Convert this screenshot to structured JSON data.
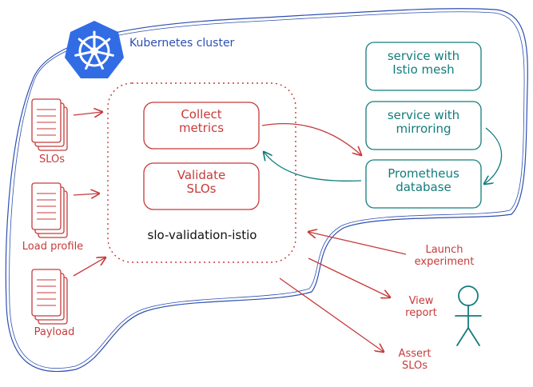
{
  "cluster": {
    "label": "Kubernetes cluster",
    "logo": "kubernetes-helm-icon"
  },
  "inputs": [
    {
      "label": "SLOs",
      "icon": "document-stack-icon"
    },
    {
      "label": "Load profile",
      "icon": "document-stack-icon"
    },
    {
      "label": "Payload",
      "icon": "document-stack-icon"
    }
  ],
  "task": {
    "name": "slo-validation-istio",
    "steps": [
      {
        "line1": "Collect",
        "line2": "metrics"
      },
      {
        "line1": "Validate",
        "line2": "SLOs"
      }
    ]
  },
  "services": [
    {
      "line1": "service with",
      "line2": "Istio mesh"
    },
    {
      "line1": "service with",
      "line2": "mirroring"
    }
  ],
  "database": {
    "line1": "Prometheus",
    "line2": "database"
  },
  "actions": [
    {
      "line1": "Launch",
      "line2": "experiment"
    },
    {
      "line1": "View",
      "line2": "report"
    },
    {
      "line1": "Assert",
      "line2": "SLOs"
    }
  ],
  "user": {
    "icon": "stick-figure-user-icon"
  },
  "colors": {
    "red": "#c73a3a",
    "teal": "#137c7c",
    "blue": "#2e4fb3",
    "k8s_blue": "#326ce5"
  }
}
